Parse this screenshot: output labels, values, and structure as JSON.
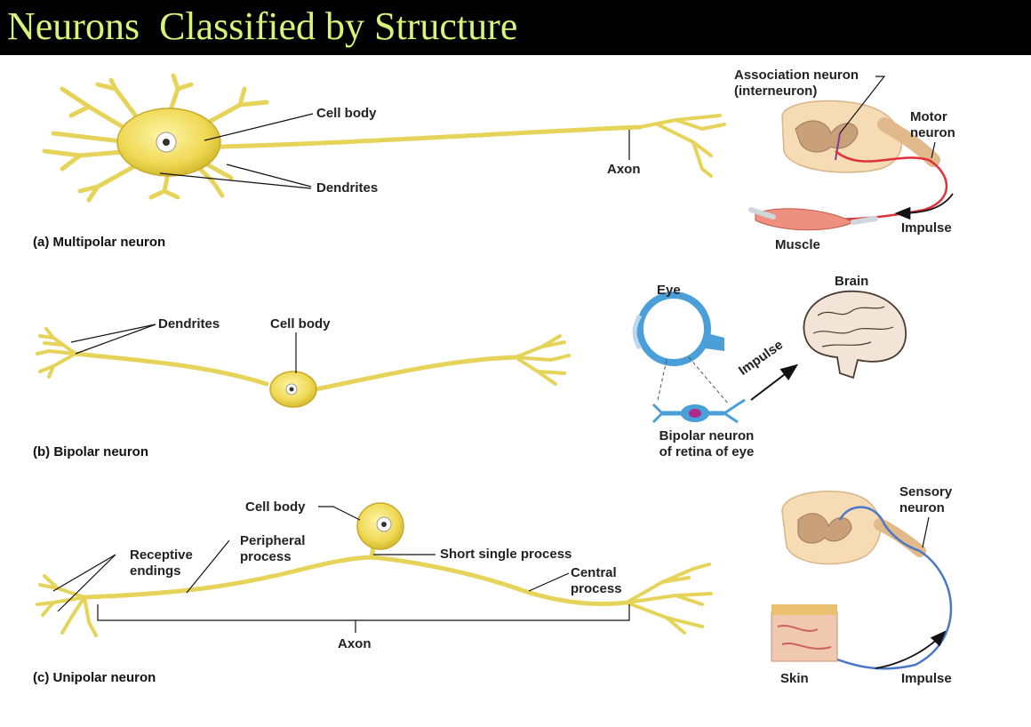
{
  "title": "Neurons  Classified by Structure",
  "colors": {
    "title_bg": "#000000",
    "title_text": "#d9f27a",
    "neuron_fill": "#f2e676",
    "neuron_stroke": "#c9b83a",
    "motor_path": "#e0303a",
    "sensory_path": "#4a78c8",
    "eye": "#4a9fd8",
    "spinal_outer": "#f5dcb4",
    "spinal_inner": "#c9a07a"
  },
  "panel_a": {
    "caption": "(a) Multipolar neuron",
    "labels": {
      "cell_body": "Cell body",
      "dendrites": "Dendrites",
      "axon": "Axon",
      "association": "Association neuron",
      "interneuron": "(interneuron)",
      "motor": "Motor",
      "neuron": "neuron",
      "impulse": "Impulse",
      "muscle": "Muscle"
    }
  },
  "panel_b": {
    "caption": "(b) Bipolar neuron",
    "labels": {
      "dendrites": "Dendrites",
      "cell_body": "Cell body",
      "eye": "Eye",
      "brain": "Brain",
      "impulse": "Impulse",
      "bipolar_line1": "Bipolar neuron",
      "bipolar_line2": "of retina of eye"
    }
  },
  "panel_c": {
    "caption": "(c) Unipolar neuron",
    "labels": {
      "cell_body": "Cell body",
      "receptive_line1": "Receptive",
      "receptive_line2": "endings",
      "peripheral_line1": "Peripheral",
      "peripheral_line2": "process",
      "short_process": "Short single process",
      "central_line1": "Central",
      "central_line2": "process",
      "axon": "Axon",
      "sensory_line1": "Sensory",
      "sensory_line2": "neuron",
      "skin": "Skin",
      "impulse": "Impulse"
    }
  }
}
